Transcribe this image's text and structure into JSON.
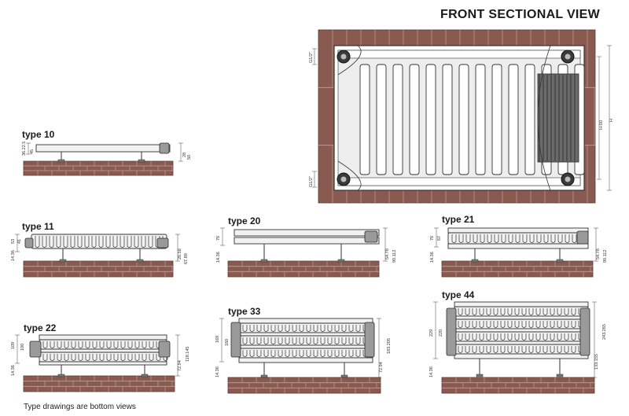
{
  "title": "FRONT SECTIONAL VIEW",
  "footnote": "Type drawings are bottom views",
  "types": {
    "t10": {
      "label": "type 10",
      "dims": [
        "36",
        "22.5",
        "45",
        "28",
        "50"
      ]
    },
    "t11": {
      "label": "type 11",
      "dims": [
        "53",
        "14.36",
        "41",
        "26.58",
        "67.89"
      ]
    },
    "t20": {
      "label": "type 20",
      "dims": [
        "76",
        "14.36",
        "54.78",
        "90.112"
      ]
    },
    "t21": {
      "label": "type 21",
      "dims": [
        "76",
        "67",
        "14.36",
        "54.78",
        "90.112"
      ]
    },
    "t22": {
      "label": "type 22",
      "dims": [
        "109",
        "100",
        "14.36",
        "72.94",
        "118.145"
      ]
    },
    "t33": {
      "label": "type 33",
      "dims": [
        "169",
        "160",
        "14.36",
        "72.94",
        "183.205"
      ]
    },
    "t44": {
      "label": "type 44",
      "dims": [
        "229",
        "220",
        "14.36",
        "133.155",
        "243.265"
      ]
    }
  },
  "front": {
    "dims": [
      "G1/2\"",
      "G1/2\"",
      "H-50",
      "H"
    ]
  },
  "colors": {
    "brick": "#8a5a50",
    "mortar": "#b9a59d",
    "steel": "#d6d6d6",
    "outline": "#333333",
    "dark": "#2a2a2a"
  }
}
